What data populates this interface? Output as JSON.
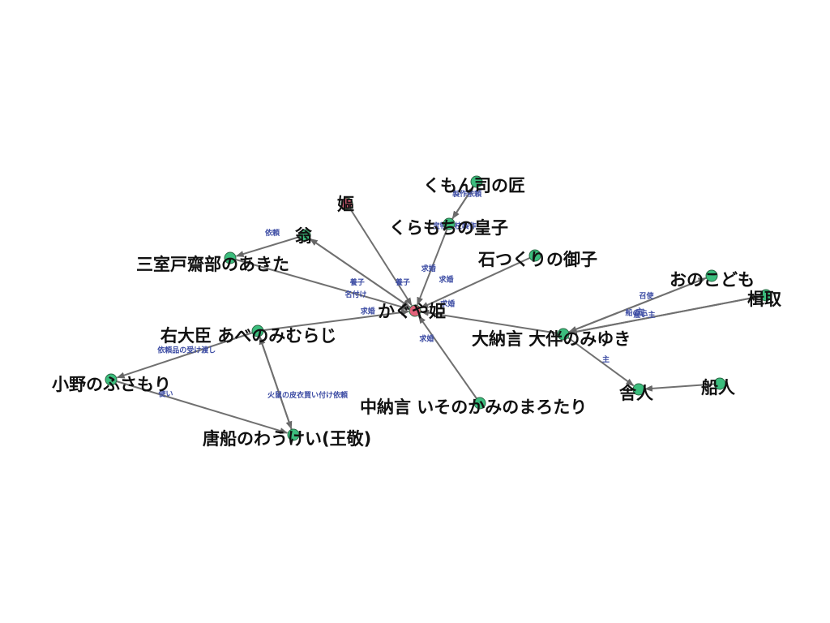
{
  "colors": {
    "center_node": "#e2627a",
    "regular_node": "#3bbd7d",
    "edge": "#707070",
    "edge_label": "#3b4ba3",
    "node_label": "#111111"
  },
  "nodes": [
    {
      "id": "kaguya",
      "label": "かぐや姫",
      "role": "center"
    },
    {
      "id": "hori",
      "label": "嫗",
      "role": "center"
    },
    {
      "id": "okina",
      "label": "翁",
      "role": "regular"
    },
    {
      "id": "mimuro",
      "label": "三室戸齋部のあきた",
      "role": "regular"
    },
    {
      "id": "kumon",
      "label": "くもん司の匠",
      "role": "regular"
    },
    {
      "id": "kuramochi",
      "label": "くらもちの皇子",
      "role": "regular"
    },
    {
      "id": "ishitsukuri",
      "label": "石つくりの御子",
      "role": "regular"
    },
    {
      "id": "onokodomo",
      "label": "おのこども",
      "role": "regular"
    },
    {
      "id": "kajitori",
      "label": "楫取",
      "role": "regular"
    },
    {
      "id": "dainagon",
      "label": "大納言 大伴のみゆき",
      "role": "regular"
    },
    {
      "id": "udaijin",
      "label": "右大臣 あべのみむらじ",
      "role": "regular"
    },
    {
      "id": "ono",
      "label": "小野のふさもり",
      "role": "regular"
    },
    {
      "id": "chunagon",
      "label": "中納言 いそのかみのまろたり",
      "role": "regular"
    },
    {
      "id": "toneri",
      "label": "舎人",
      "role": "regular"
    },
    {
      "id": "funabito",
      "label": "船人",
      "role": "regular"
    },
    {
      "id": "karafune",
      "label": "唐船のわうけい(王敬)",
      "role": "regular"
    }
  ],
  "edges": [
    {
      "from": "hori",
      "to": "kaguya",
      "label": "養子"
    },
    {
      "from": "okina",
      "to": "kaguya",
      "label": ""
    },
    {
      "from": "kaguya",
      "to": "okina",
      "label": "養子"
    },
    {
      "from": "okina",
      "to": "mimuro",
      "label": "依頼"
    },
    {
      "from": "mimuro",
      "to": "kaguya",
      "label": "名付け"
    },
    {
      "from": "kumon",
      "to": "kuramochi",
      "label": "製作依頼"
    },
    {
      "from": "kuramochi",
      "to": "kumon",
      "label": "宝物の枝製作"
    },
    {
      "from": "kuramochi",
      "to": "kaguya",
      "label": "求婚"
    },
    {
      "from": "ishitsukuri",
      "to": "kaguya",
      "label": "求婚"
    },
    {
      "from": "dainagon",
      "to": "kaguya",
      "label": "求婚"
    },
    {
      "from": "udaijin",
      "to": "kaguya",
      "label": "求婚"
    },
    {
      "from": "chunagon",
      "to": "kaguya",
      "label": "求婚"
    },
    {
      "from": "onokodomo",
      "to": "dainagon",
      "label": "召使"
    },
    {
      "from": "dainagon",
      "to": "onokodomo",
      "label": "主"
    },
    {
      "from": "kajitori",
      "to": "dainagon",
      "label": "雇い主"
    },
    {
      "from": "dainagon",
      "to": "kajitori",
      "label": "船の主"
    },
    {
      "from": "dainagon",
      "to": "toneri",
      "label": "主"
    },
    {
      "from": "funabito",
      "to": "toneri",
      "label": ""
    },
    {
      "from": "udaijin",
      "to": "ono",
      "label": "依頼品の受け渡し"
    },
    {
      "from": "ono",
      "to": "karafune",
      "label": "使い"
    },
    {
      "from": "udaijin",
      "to": "karafune",
      "label": "火鼠の皮衣買い付け依頼"
    },
    {
      "from": "karafune",
      "to": "udaijin",
      "label": ""
    }
  ]
}
